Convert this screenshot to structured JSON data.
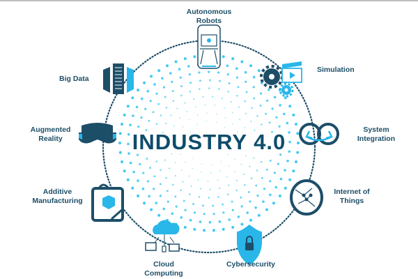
{
  "title": "INDUSTRY 4.0",
  "colors": {
    "dark": "#0e4c6b",
    "accent": "#29b6e8",
    "dots": "#3fcaf2"
  },
  "pillars": [
    {
      "id": "autonomous-robots",
      "label_lines": [
        "Autonomous",
        "Robots"
      ],
      "icon": "robot-vehicle-icon"
    },
    {
      "id": "simulation",
      "label_lines": [
        "Simulation"
      ],
      "icon": "gears-clapperboard-icon"
    },
    {
      "id": "system-integration",
      "label_lines": [
        "System",
        "Integration"
      ],
      "icon": "linked-rings-icon"
    },
    {
      "id": "internet-of-things",
      "label_lines": [
        "Internet of",
        "Things"
      ],
      "icon": "network-globe-icon"
    },
    {
      "id": "cybersecurity",
      "label_lines": [
        "Cybersecurity"
      ],
      "icon": "shield-lock-icon"
    },
    {
      "id": "cloud-computing",
      "label_lines": [
        "Cloud",
        "Computing"
      ],
      "icon": "cloud-devices-icon"
    },
    {
      "id": "additive-manufacturing",
      "label_lines": [
        "Additive",
        "Manufacturing"
      ],
      "icon": "3d-printer-icon"
    },
    {
      "id": "augmented-reality",
      "label_lines": [
        "Augmented",
        "Reality"
      ],
      "icon": "vr-headset-icon"
    },
    {
      "id": "big-data",
      "label_lines": [
        "Big Data"
      ],
      "icon": "servers-icon"
    }
  ]
}
